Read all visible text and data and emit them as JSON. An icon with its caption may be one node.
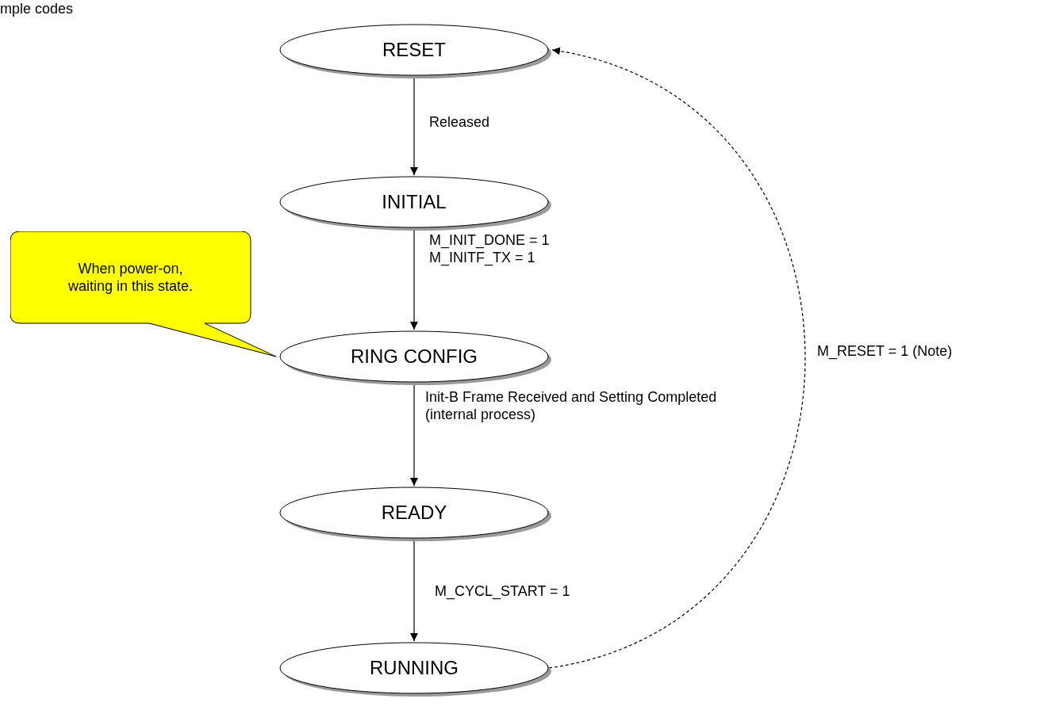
{
  "diagram": {
    "nodes": [
      {
        "text": [
          "RESET"
        ]
      },
      {
        "text": [
          "INITIAL"
        ]
      },
      {
        "text": [
          "RING CONFIG"
        ]
      },
      {
        "text": [
          "READY"
        ]
      },
      {
        "text": [
          "RUNNING"
        ]
      },
      {
        "text": [
          "When power-on, waiting in this state."
        ]
      }
    ],
    "edges": [
      {
        "from": 0,
        "to": 1,
        "arrow": "to",
        "label": "Released"
      },
      {
        "from": 1,
        "to": 2,
        "arrow": "to",
        "label": "M_INIT_DONE = 1 M_INITF_TX = 1"
      },
      {
        "from": 2,
        "to": 3,
        "arrow": "to",
        "label": "Init-B Frame Received and Setting Completed (internal process)"
      },
      {
        "from": 3,
        "to": 4,
        "arrow": "to",
        "label": "M_CYCL_START = 1"
      },
      {
        "from": 4,
        "to": 0,
        "arrow": "to",
        "label": "M_RESET = 1 (Note)",
        "style": "dashed"
      }
    ],
    "labels": [
      "mple codes"
    ]
  }
}
